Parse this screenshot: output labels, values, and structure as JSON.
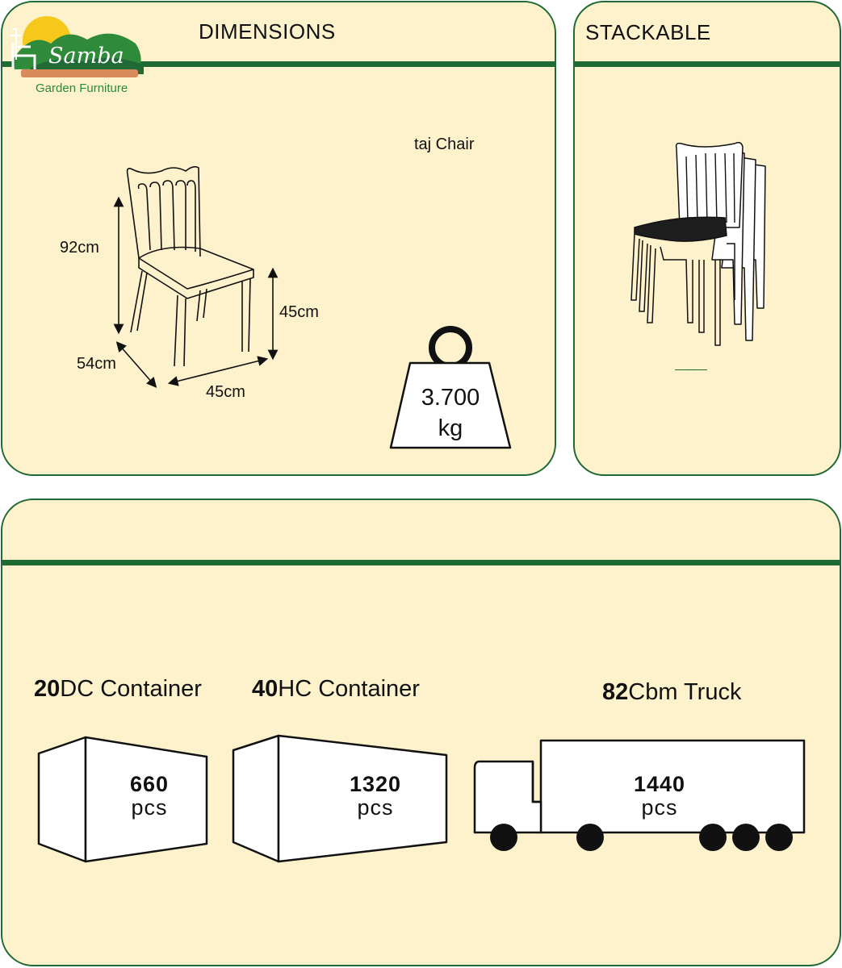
{
  "brand": {
    "name": "Samba",
    "tagline": "Garden Furniture"
  },
  "dimensions_panel": {
    "title": "DIMENSIONS",
    "product_name": "taj Chair",
    "height_label": "92cm",
    "seat_height_label": "45cm",
    "depth_label": "54cm",
    "width_label": "45cm",
    "weight_value": "3.700",
    "weight_unit": "kg"
  },
  "stackable_panel": {
    "title": "STACKABLE"
  },
  "shipping": {
    "items": [
      {
        "name_bold": "20",
        "name_rest": "DC Container",
        "qty": "660",
        "unit": "pcs"
      },
      {
        "name_bold": "40",
        "name_rest": "HC Container",
        "qty": "1320",
        "unit": "pcs"
      },
      {
        "name_bold": "82",
        "name_rest": "Cbm Truck",
        "qty": "1440",
        "unit": "pcs"
      }
    ]
  },
  "colors": {
    "panel_bg": "#fdf2cc",
    "accent_green": "#1f6a35",
    "ink": "#111111"
  }
}
